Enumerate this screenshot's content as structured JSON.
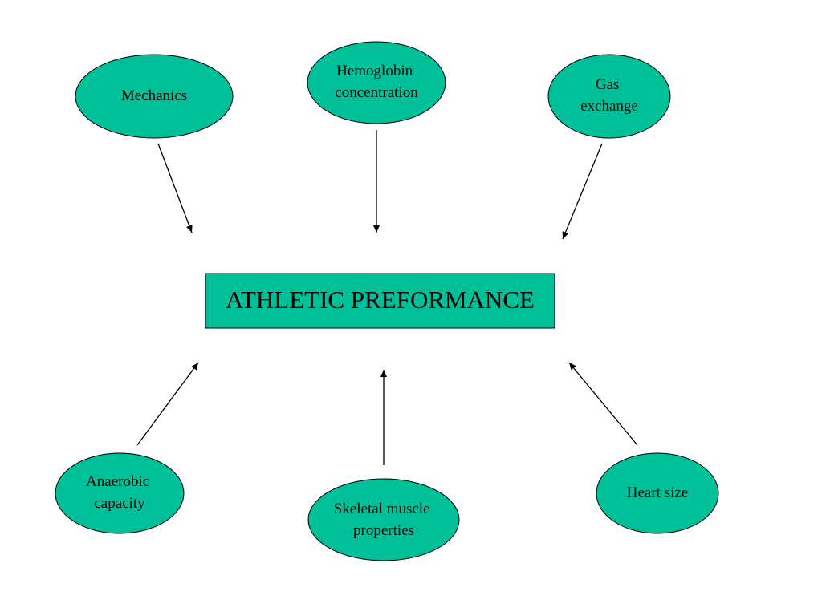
{
  "colors": {
    "node_fill": "#00c09a",
    "outline": "#000000",
    "background": "#ffffff"
  },
  "center": {
    "label": "ATHLETIC PREFORMANCE"
  },
  "factors": {
    "mechanics": {
      "lines": [
        "Mechanics"
      ]
    },
    "hemoglobin": {
      "lines": [
        "Hemoglobin",
        "concentration"
      ]
    },
    "gas_exchange": {
      "lines": [
        "Gas",
        "exchange"
      ]
    },
    "anaerobic": {
      "lines": [
        "Anaerobic",
        "capacity"
      ]
    },
    "skeletal": {
      "lines": [
        "Skeletal muscle",
        "properties"
      ]
    },
    "heart": {
      "lines": [
        "Heart size"
      ]
    }
  }
}
